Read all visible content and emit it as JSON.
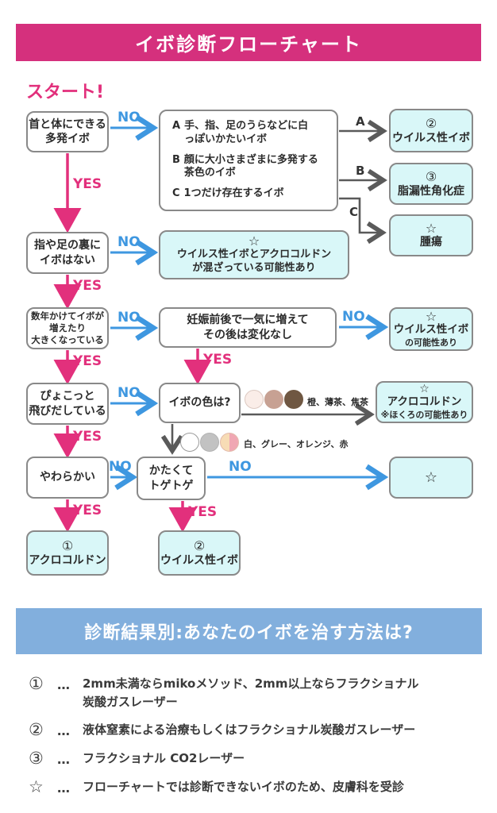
{
  "title": "イボ診断フローチャート",
  "start": "スタート!",
  "edge": {
    "yes": "YES",
    "no": "NO",
    "a": "A",
    "b": "B",
    "c": "C"
  },
  "nodes": {
    "q1": "首と体にできる\n多発イボ",
    "abc": {
      "items": [
        {
          "letter": "A",
          "text": "手、指、足のうらなどに白\nっぽいかたいイボ"
        },
        {
          "letter": "B",
          "text": "顔に大小さまざまに多発する\n茶色のイボ"
        },
        {
          "letter": "C",
          "text": "1つだけ存在するイボ"
        }
      ]
    },
    "virus_top": {
      "num": "②",
      "name": "ウイルス性イボ"
    },
    "seborrheic": {
      "num": "③",
      "name": "脂漏性角化症"
    },
    "tumor": {
      "star": "☆",
      "name": "腫瘍"
    },
    "q2": "指や足の裏に\nイボはない",
    "mix": {
      "star": "☆",
      "text": "ウイルス性イボとアクロコルドン\nが混ざっている可能性あり"
    },
    "q3": "数年かけてイボが\n増えたり\n大きくなっている",
    "pregnancy": "妊娠前後で一気に増えて\nその後は変化なし",
    "virus_maybe": {
      "star": "☆",
      "name": "ウイルス性イボ",
      "sub": "の可能性あり"
    },
    "q4": "ぴょこっと\n飛びだしている",
    "color_q": "イボの色は?",
    "acro_maybe": {
      "star": "☆",
      "name": "アクロコルドン",
      "sub": "※ほくろの可能性あり"
    },
    "q5": "やわらかい",
    "hard": "かたくて\nトゲトゲ",
    "star_only": "☆",
    "result1": {
      "num": "①",
      "name": "アクロコルドン"
    },
    "result2": {
      "num": "②",
      "name": "ウイルス性イボ"
    }
  },
  "swatches": {
    "brown_label": "橙、薄茶、焦茶",
    "light_label": "白、グレー、オレンジ、赤",
    "brown_colors": [
      "#FAEDE8",
      "#C7A193",
      "#6F5742"
    ],
    "light_colors": [
      "#FFFFFF",
      "#C2C2C2",
      "#F7DCB5",
      "#F0A7B3"
    ]
  },
  "treatment": {
    "heading": "診断結果別:あなたのイボを治す方法は?",
    "dots": "…",
    "items": [
      {
        "marker": "①",
        "text": "2mm未満ならmikoメソッド、2mm以上ならフラクショナル\n炭酸ガスレーザー"
      },
      {
        "marker": "②",
        "text": "液体窒素による治療もしくはフラクショナル炭酸ガスレーザー"
      },
      {
        "marker": "③",
        "text": "フラクショナル CO2レーザー"
      },
      {
        "marker": "☆",
        "text": "フローチャートでは診断できないイボのため、皮膚科を受診"
      }
    ]
  },
  "colors": {
    "accent_pink": "#D5307D",
    "no_blue": "#3E97E0",
    "banner_blue": "#82AFDD",
    "cyan_box": "#D9F7F8",
    "box_border": "#898989",
    "gray_arrow": "#5A5A5A"
  }
}
